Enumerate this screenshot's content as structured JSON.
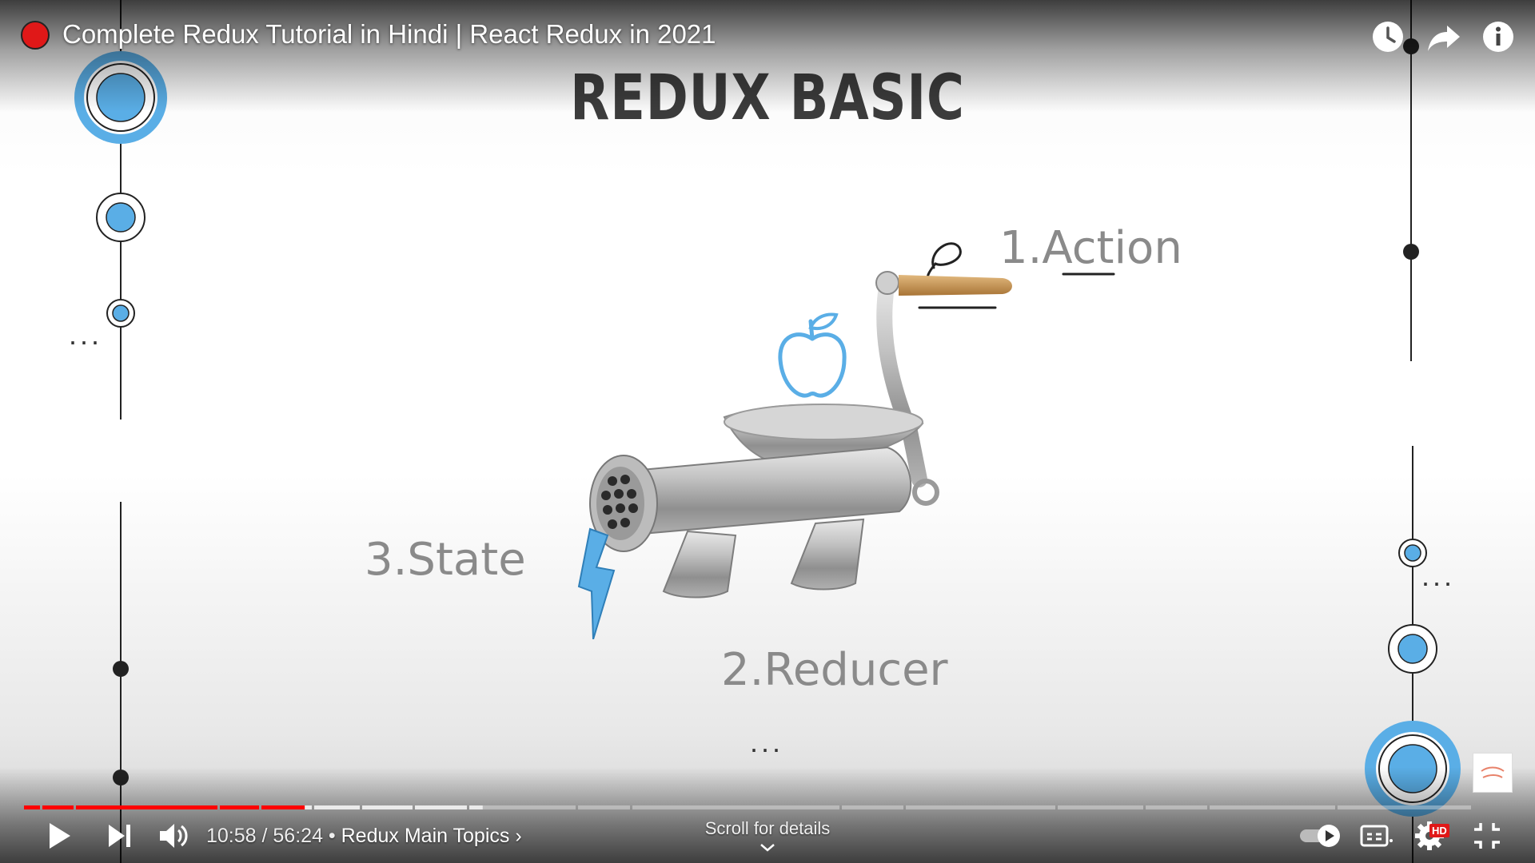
{
  "player": {
    "video_title": "Complete Redux Tutorial in Hindi | React Redux in 2021",
    "current_time": "10:58",
    "duration": "56:24",
    "time_separator": " / ",
    "chapter_separator": " • ",
    "chapter_title": "Redux Main Topics",
    "chapter_chevron": "›",
    "progress_fraction": 0.194,
    "scroll_hint": "Scroll for details",
    "hd_label": "HD",
    "accent_color": "#ff0000"
  },
  "slide": {
    "title": "REDUX BASIC",
    "label_action": "1.Action",
    "label_reducer": "2.Reducer",
    "label_state": "3.State",
    "ellipsis_left": "...",
    "ellipsis_right": "...",
    "ellipsis_bottom": "...",
    "highlight_color": "#5aaee6"
  },
  "icons": {
    "top_right": [
      "watch-later-icon",
      "share-icon",
      "info-icon"
    ],
    "controls_left": [
      "play-icon",
      "next-icon",
      "volume-icon"
    ],
    "controls_right": [
      "autoplay-toggle-icon",
      "subtitles-icon",
      "settings-icon",
      "exit-fullscreen-icon"
    ]
  }
}
